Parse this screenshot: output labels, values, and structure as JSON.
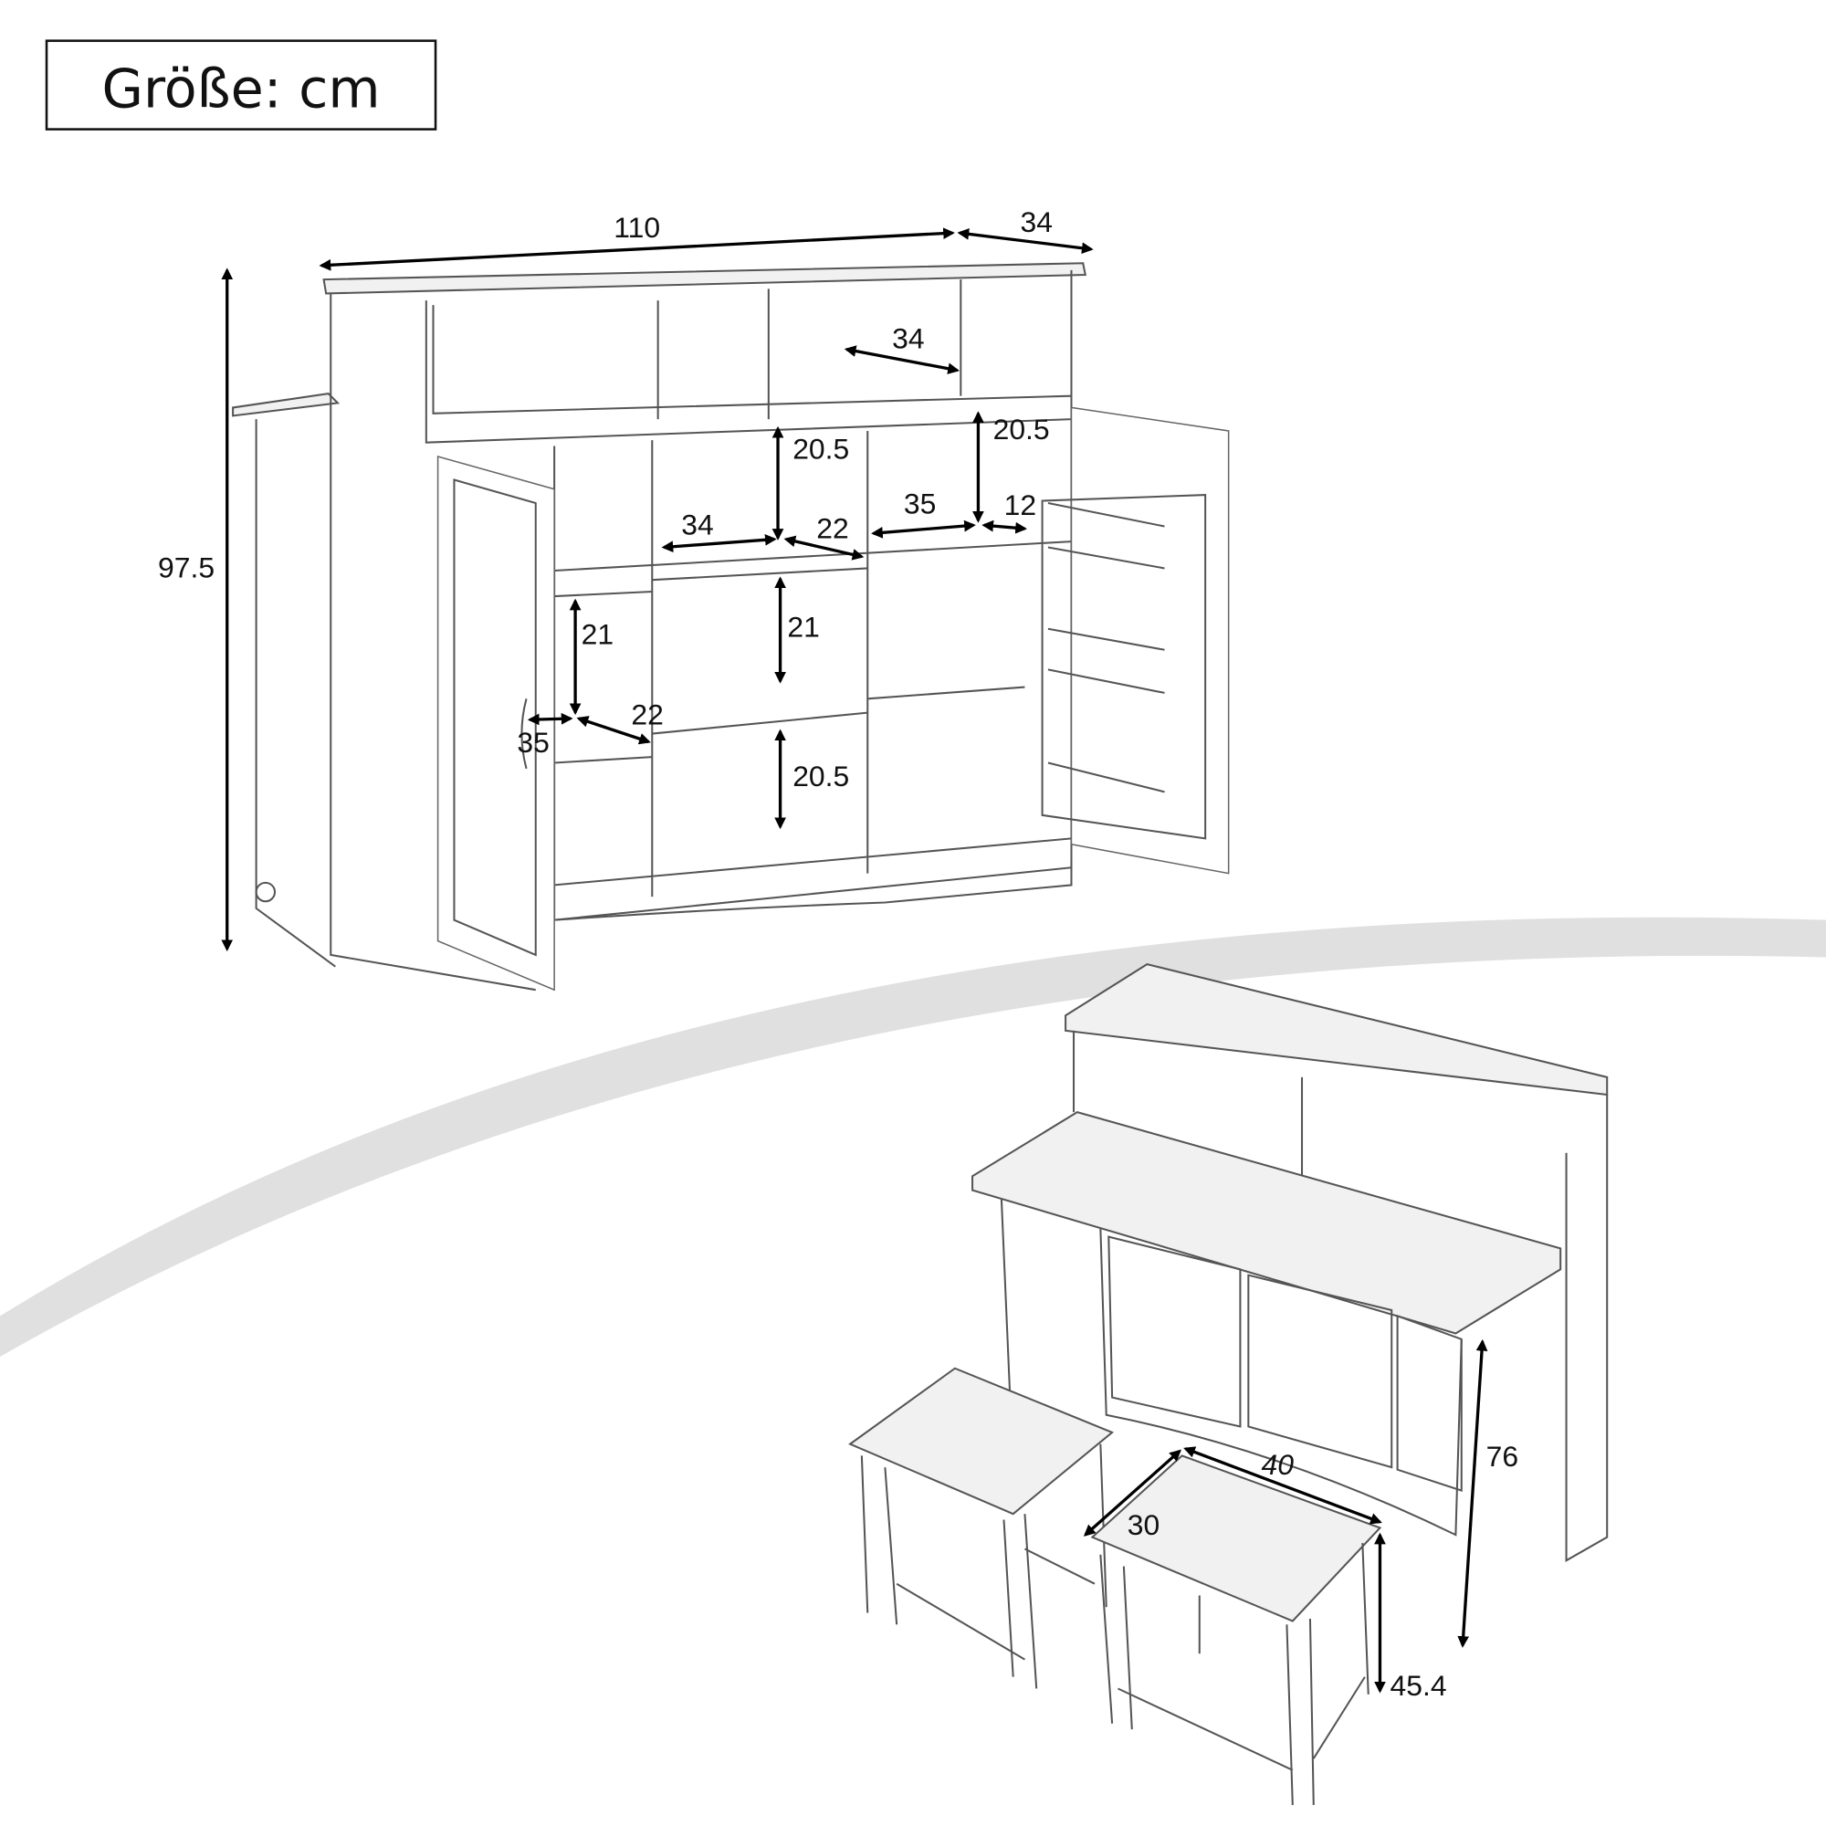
{
  "title": "Größe: cm",
  "colors": {
    "arc": "#e0e0e0",
    "line": "#555555",
    "dimension": "#000000"
  },
  "cabinet_dimensions": {
    "width": "110",
    "depth": "34",
    "top_shelf_depth": "34",
    "height": "97.5",
    "center_compartment_height": "20.5",
    "right_compartment_height": "20.5",
    "center_compartment_width": "34",
    "center_compartment_depth": "22",
    "right_compartment_width": "35",
    "door_rack_depth": "12",
    "left_compartment_height": "21",
    "center_middle_height": "21",
    "left_compartment_width": "35",
    "left_compartment_depth": "22",
    "center_bottom_height": "20.5"
  },
  "set_dimensions": {
    "bar_table_height": "76",
    "stool_width": "40",
    "stool_depth": "30",
    "stool_height": "45.4"
  }
}
